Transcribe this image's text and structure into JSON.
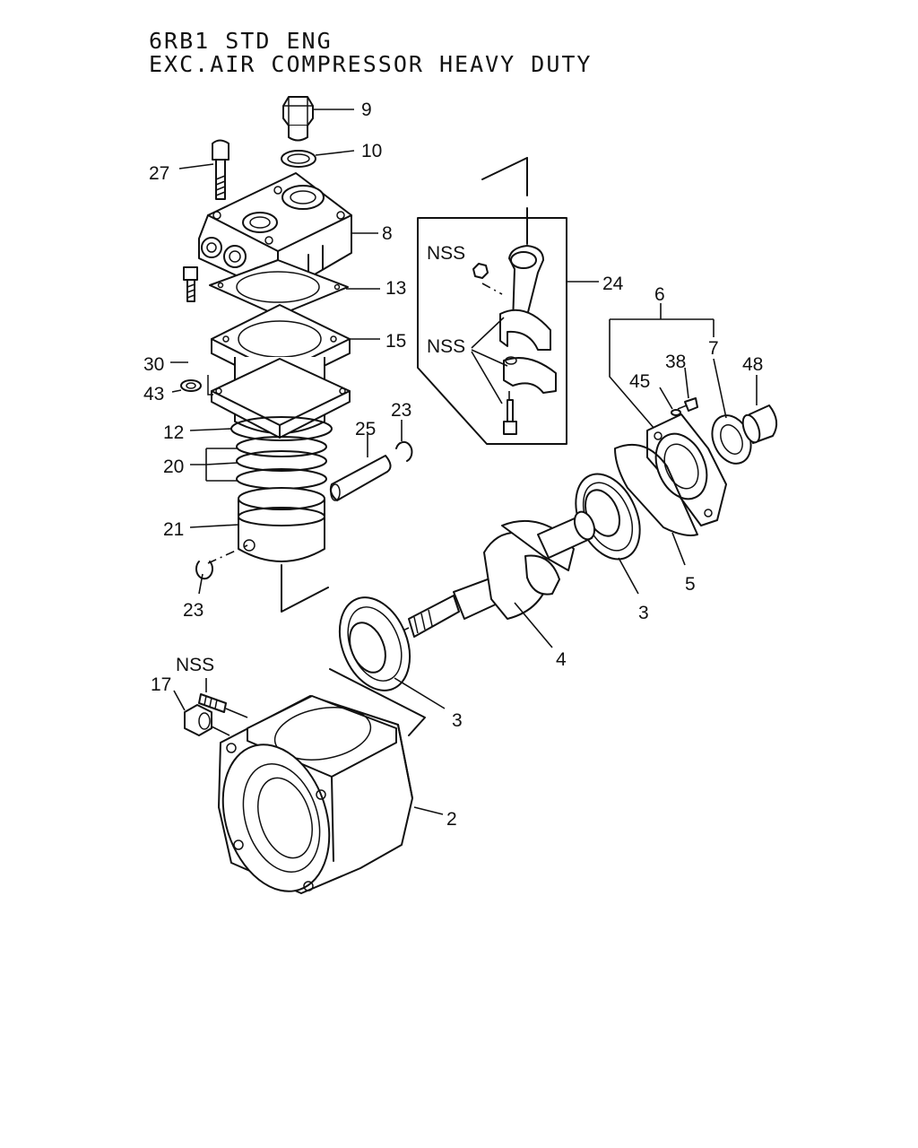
{
  "title": {
    "line1": "6RB1 STD ENG",
    "line2": "EXC.AIR COMPRESSOR HEAVY DUTY"
  },
  "callouts": {
    "c9": "9",
    "c10": "10",
    "c27": "27",
    "c8": "8",
    "c13": "13",
    "c15": "15",
    "c30": "30",
    "c43": "43",
    "c12": "12",
    "c20": "20",
    "c21": "21",
    "c23a": "23",
    "c23b": "23",
    "c25": "25",
    "c24": "24",
    "nss1": "NSS",
    "nss2": "NSS",
    "nss3": "NSS",
    "c6": "6",
    "c7": "7",
    "c38": "38",
    "c45": "45",
    "c48": "48",
    "c5": "5",
    "c3a": "3",
    "c3b": "3",
    "c4": "4",
    "c17": "17",
    "c2": "2"
  }
}
